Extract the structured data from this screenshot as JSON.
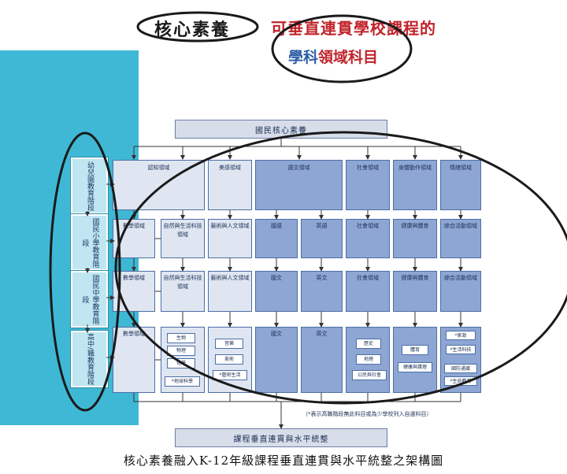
{
  "title": {
    "circled": "核心素養",
    "line1": "可垂直連貫學校課程的",
    "line2_blue": "學科",
    "line2_red": "領域科目"
  },
  "banner_top": "國民核心素養",
  "banner_bottom": "課程垂直連貫與水平統整",
  "stages": [
    "幼兒園教育階段",
    "國民小學教育階段",
    "國民中學教育階段",
    "高中/職教育階段"
  ],
  "rows": {
    "r1": [
      "認知領域",
      "美感領域",
      "語文領域",
      "社會領域",
      "身體動作領域",
      "情緒領域"
    ],
    "r2": [
      "數學領域",
      "自然與生活科技領域",
      "藝術與人文領域",
      "國語",
      "英語",
      "社會領域",
      "健康與體育",
      "綜合活動領域"
    ],
    "r3": [
      "數學領域",
      "自然與生活科技領域",
      "藝術與人文領域",
      "國文",
      "英文",
      "社會領域",
      "健康與體育",
      "綜合活動領域"
    ],
    "r4": [
      "數學領域",
      "國文",
      "英文"
    ]
  },
  "subjects": {
    "science": [
      "生物",
      "物理",
      "化學",
      "*地球科學"
    ],
    "arts": [
      "音樂",
      "美術",
      "*藝術生活"
    ],
    "social": [
      "歷史",
      "地理",
      "公民與社會"
    ],
    "pe": [
      "體育",
      "健康與護理"
    ],
    "integrated": [
      "*家政",
      "*生活科技",
      "國防通識",
      "*生命教育"
    ]
  },
  "note": "（*表示高職階段無此科目或為少學校列入自選科目）",
  "caption": "核心素養融入K-12年級課程垂直連貫與水平統整之架構圖",
  "colors": {
    "sidebar": "#3fb8d5",
    "dark_box": "#8ea6d3",
    "light_box": "#dfe6f1",
    "accent_red": "#c0242b",
    "accent_blue": "#2e5fa8"
  }
}
